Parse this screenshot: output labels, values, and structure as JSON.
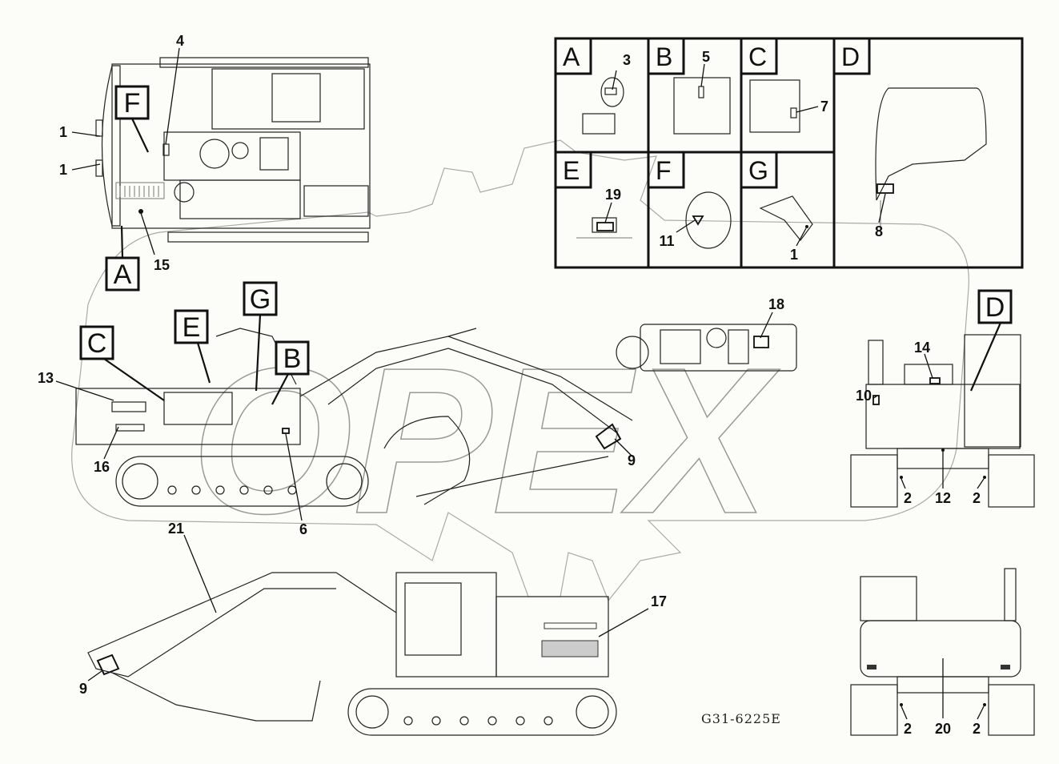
{
  "callouts": {
    "c1a": "1",
    "c1b": "1",
    "c1g": "1",
    "c2a": "2",
    "c2b": "2",
    "c2c": "2",
    "c2d": "2",
    "c3": "3",
    "c4": "4",
    "c5": "5",
    "c6": "6",
    "c7": "7",
    "c8": "8",
    "c9a": "9",
    "c9b": "9",
    "c10": "10",
    "c11": "11",
    "c12": "12",
    "c13": "13",
    "c14": "14",
    "c15": "15",
    "c16": "16",
    "c17": "17",
    "c18": "18",
    "c19": "19",
    "c20": "20",
    "c21": "21"
  },
  "view_labels": {
    "a": "A",
    "b": "B",
    "c": "C",
    "d": "D",
    "e": "E",
    "f": "F",
    "g": "G"
  },
  "detail_grid": {
    "a": "A",
    "b": "B",
    "c": "C",
    "d": "D",
    "e": "E",
    "f": "F",
    "g": "G"
  },
  "drawing_code": "G31-6225E",
  "watermark": "OPEX"
}
